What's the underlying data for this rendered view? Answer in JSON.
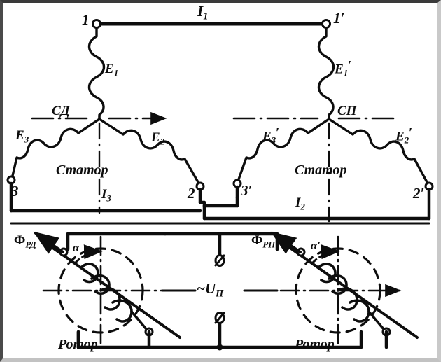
{
  "figure": {
    "kind": "electrical-schematic",
    "description": "Synchro (selsyn) transmission circuit with two three-phase stators and two single-phase rotors"
  },
  "labels": {
    "line_current_top": "I",
    "line_current_top_sub": "1",
    "terminal_1": "1",
    "terminal_1_prime": "1′",
    "terminal_2": "2",
    "terminal_2_prime": "2′",
    "terminal_3": "3",
    "terminal_3_prime": "3′",
    "emf_1": "E",
    "emf_1_sub": "1",
    "emf_1_prime": "E",
    "emf_1_prime_sub": "1",
    "emf_2": "E",
    "emf_2_sub": "2",
    "emf_2_prime": "E",
    "emf_2_prime_sub": "2",
    "emf_3": "E",
    "emf_3_sub": "3",
    "emf_3_prime": "E",
    "emf_3_prime_sub": "3",
    "machine_left": "СД",
    "machine_right": "СП",
    "stator_left": "Статор",
    "stator_right": "Статор",
    "rotor_left": "Ротор",
    "rotor_right": "Ротор",
    "current_3": "I",
    "current_3_sub": "3",
    "current_2": "I",
    "current_2_sub": "2",
    "flux_left": "Ф",
    "flux_left_sub": "РД",
    "flux_right": "Ф",
    "flux_right_sub": "РП",
    "angle_left": "α",
    "angle_right": "α′",
    "supply": "~U",
    "supply_sub": "П",
    "terminal_mark_top": "ø",
    "terminal_mark_bottom": "ø"
  },
  "colors": {
    "ink": "#0d0d0d",
    "paper": "#ffffff",
    "frame_dark": "#3a3a3a",
    "frame_light": "#c9c9c9"
  }
}
